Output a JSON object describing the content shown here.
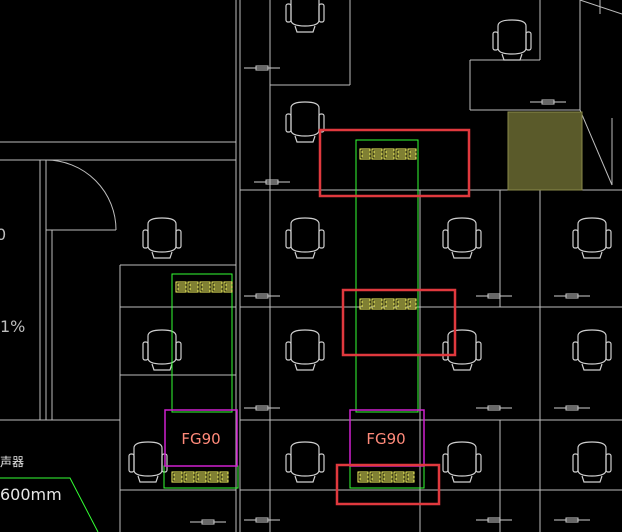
{
  "colors": {
    "background": "#000000",
    "line_gray": "#bdbdbd",
    "line_white": "#e6e6e6",
    "duct_green": "#33ff33",
    "light_green": "#7dff7d",
    "unit_magenta": "#d020d0",
    "label_salmon": "#ff8a7a",
    "vent_yellow": "#ffff66",
    "highlight_red": "#e0393e",
    "equipment_olive": "#5a5a2a"
  },
  "labels": {
    "unit_left": "FG90",
    "unit_center": "FG90",
    "dimension": "600mm",
    "partial_left_1": "1%",
    "partial_left_2": "0",
    "partial_left_3": "声器"
  },
  "highlights": [
    {
      "name": "highlight-top-vent"
    },
    {
      "name": "highlight-middle-vent"
    },
    {
      "name": "highlight-bottom-vent"
    }
  ]
}
